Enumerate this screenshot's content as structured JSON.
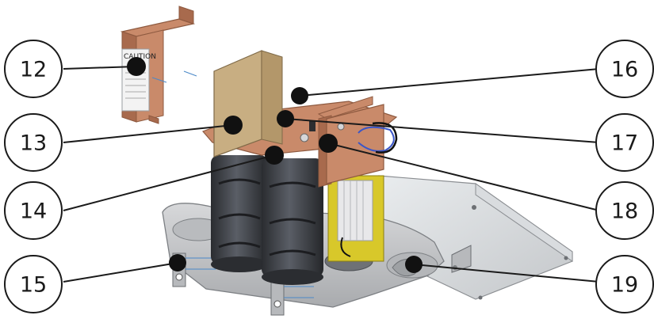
{
  "diagram": {
    "caution_label": "CAUTION",
    "colors": {
      "copper": "#c98a6a",
      "copper_dark": "#a86a4d",
      "tan_bracket": "#c8ae82",
      "capacitor": "#3a3d42",
      "tray": "#c9cacc",
      "yellow_component": "#d8c82a"
    },
    "callouts": [
      {
        "id": "12",
        "label": "12"
      },
      {
        "id": "13",
        "label": "13"
      },
      {
        "id": "14",
        "label": "14"
      },
      {
        "id": "15",
        "label": "15"
      },
      {
        "id": "16",
        "label": "16"
      },
      {
        "id": "17",
        "label": "17"
      },
      {
        "id": "18",
        "label": "18"
      },
      {
        "id": "19",
        "label": "19"
      }
    ]
  }
}
